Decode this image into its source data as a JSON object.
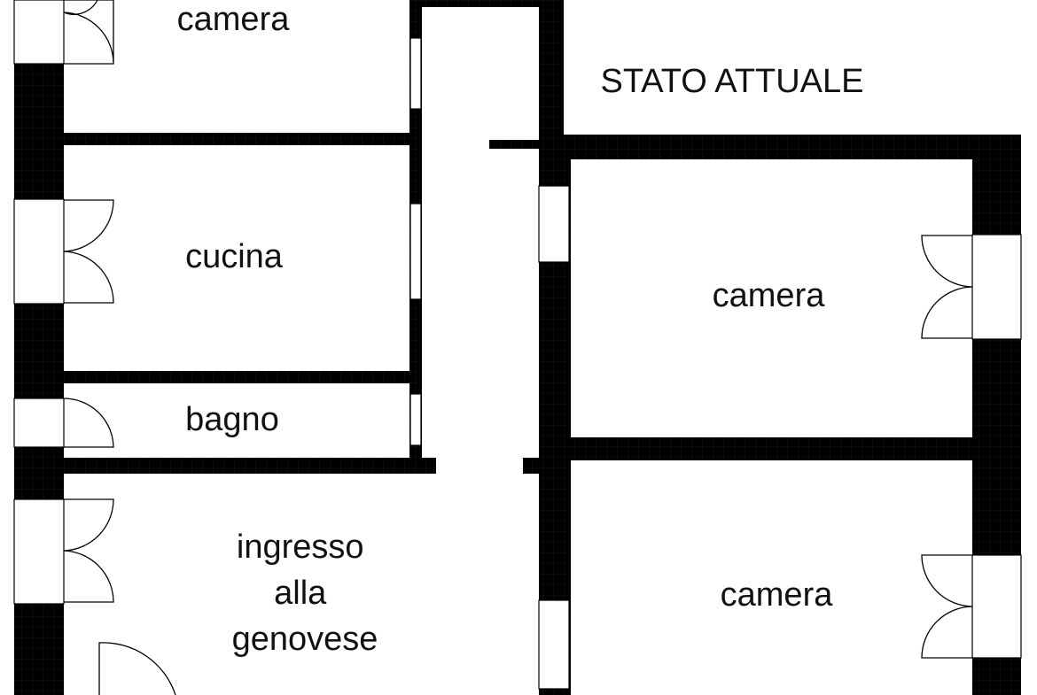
{
  "title": "STATO ATTUALE",
  "rooms": [
    {
      "id": "camera-top-left",
      "lines": [
        "camera"
      ]
    },
    {
      "id": "cucina",
      "lines": [
        "cucina"
      ]
    },
    {
      "id": "bagno",
      "lines": [
        "bagno"
      ]
    },
    {
      "id": "ingresso",
      "lines": [
        "ingresso",
        "alla",
        "genovese"
      ]
    },
    {
      "id": "camera-right-upper",
      "lines": [
        "camera"
      ]
    },
    {
      "id": "camera-right-lower",
      "lines": [
        "camera"
      ]
    }
  ],
  "colors": {
    "wall": "#000000",
    "background": "#ffffff",
    "line": "#000000"
  }
}
